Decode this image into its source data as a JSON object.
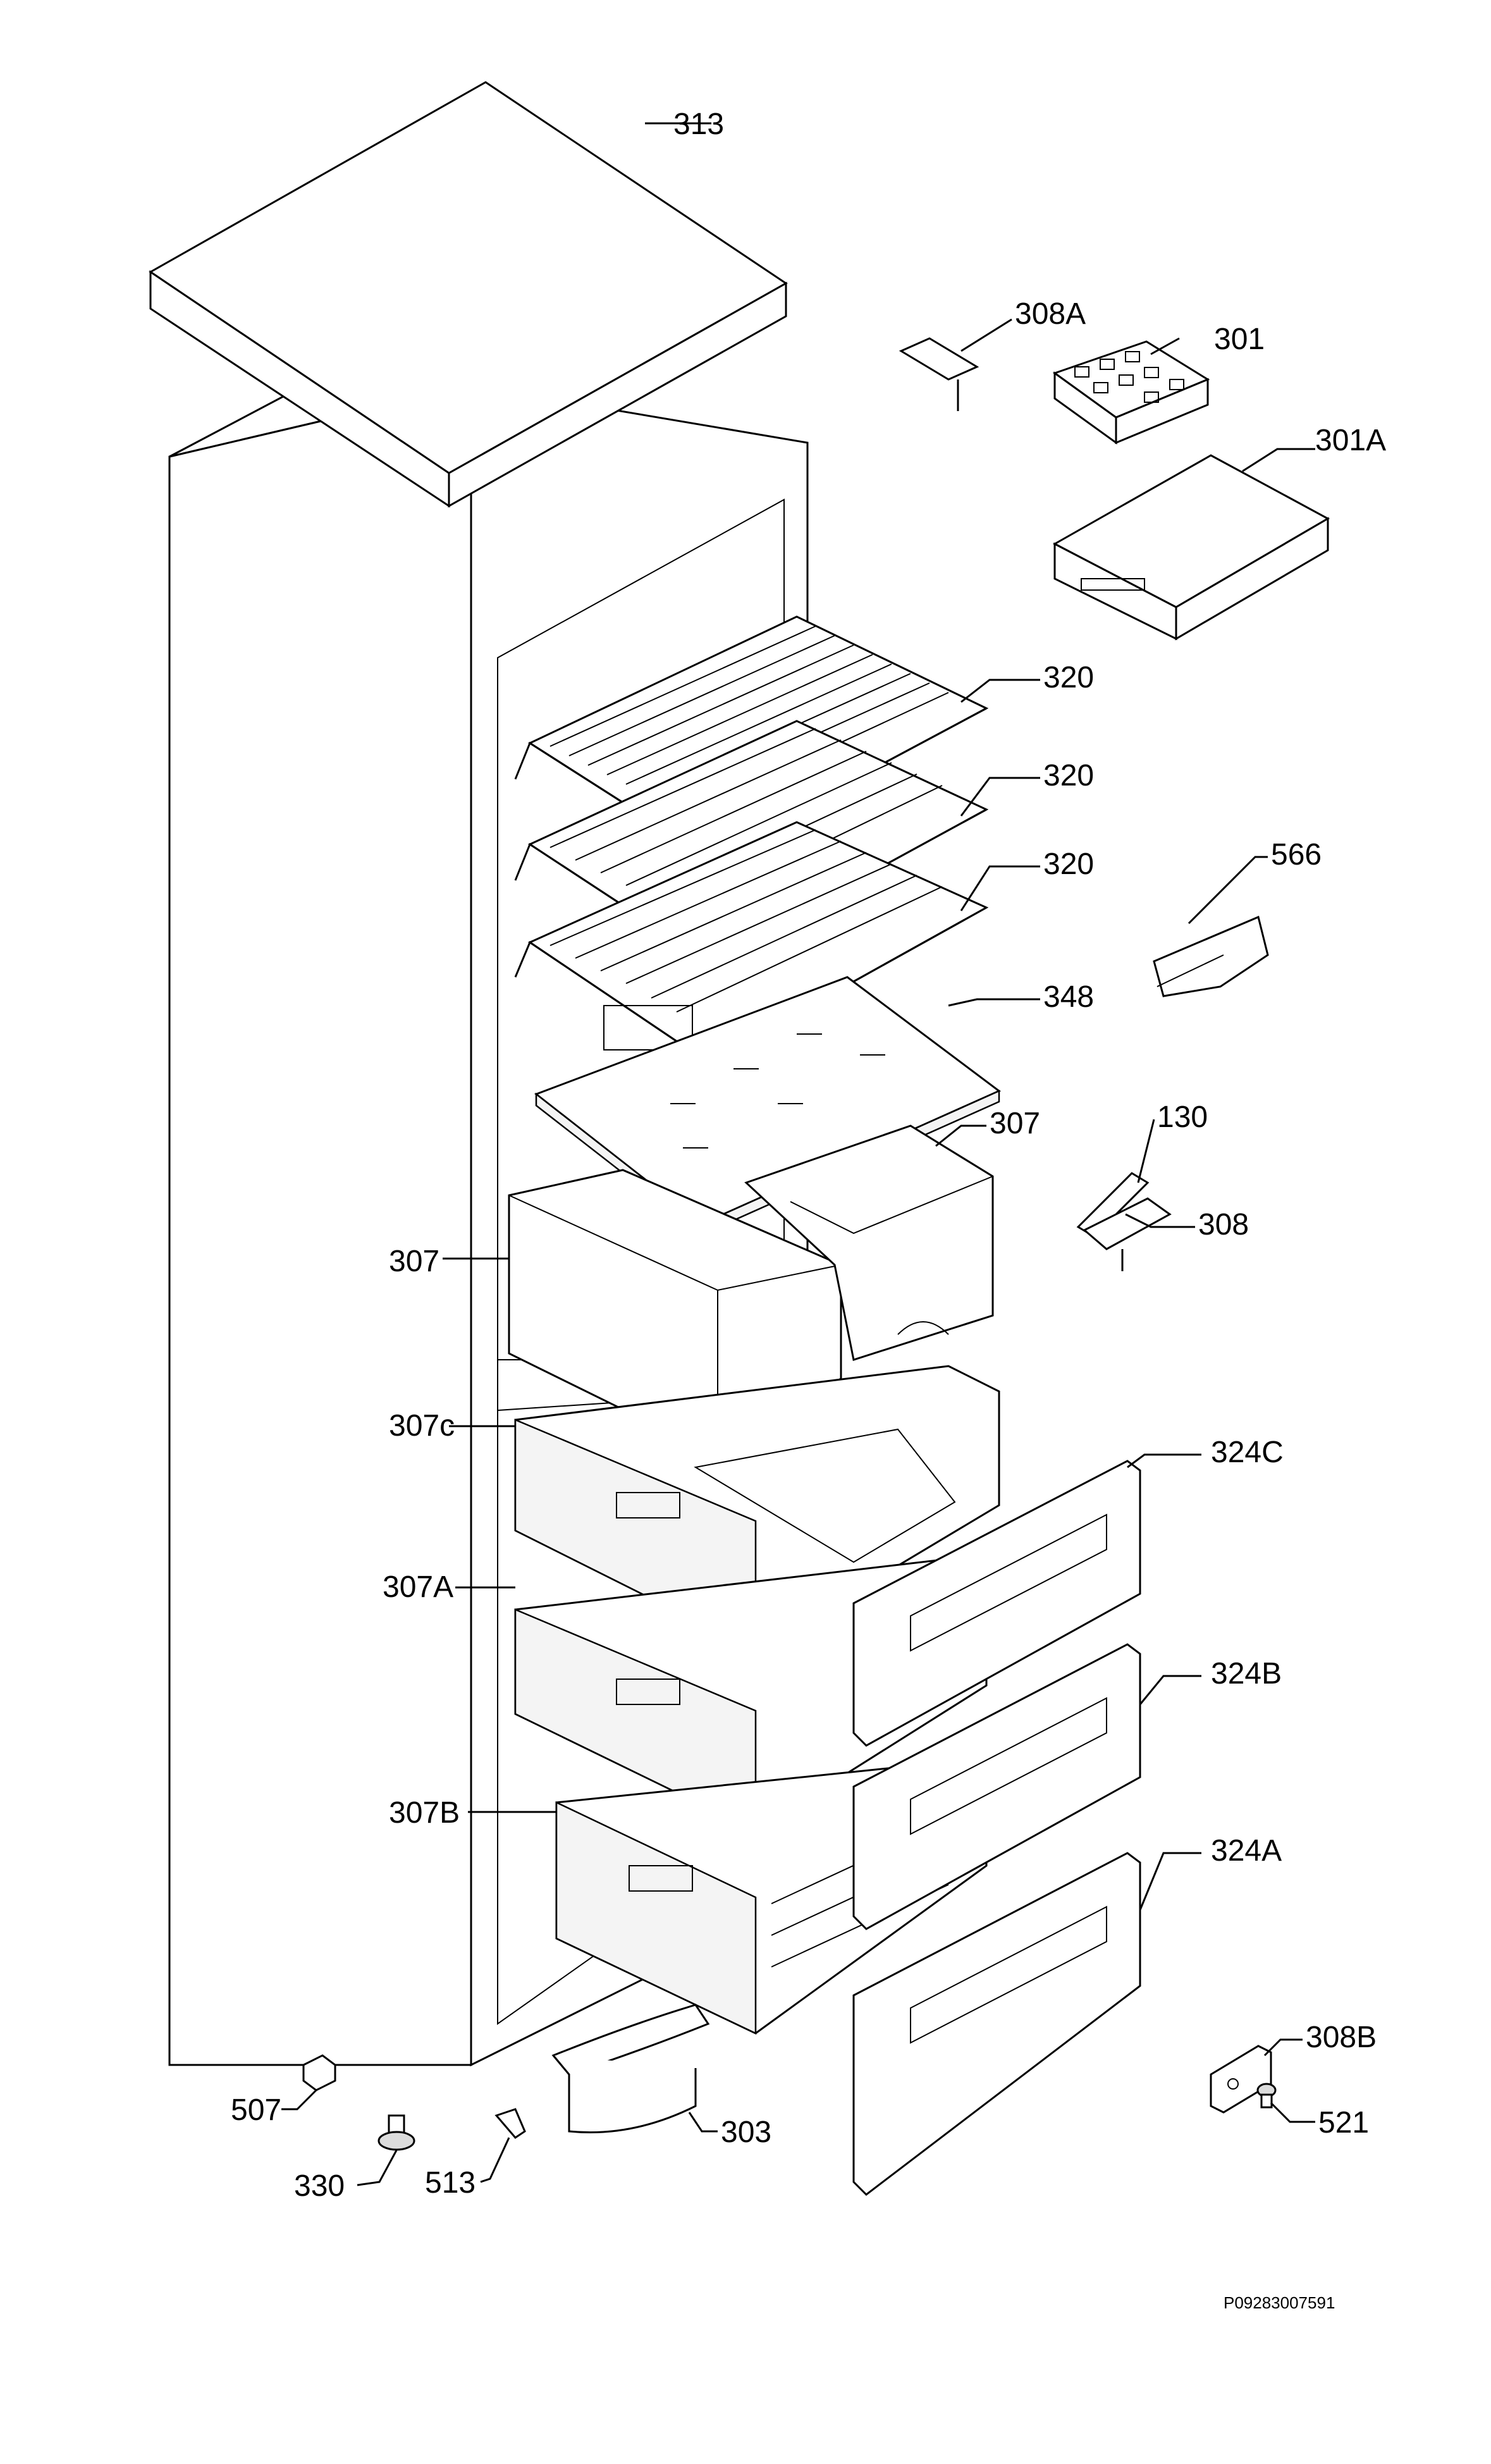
{
  "diagram": {
    "code": "P09283007591",
    "labels": {
      "l313": "313",
      "l308A": "308A",
      "l301": "301",
      "l301A": "301A",
      "l320a": "320",
      "l320b": "320",
      "l320c": "320",
      "l566": "566",
      "l348": "348",
      "l307r": "307",
      "l130": "130",
      "l308": "308",
      "l307l": "307",
      "l307c": "307c",
      "l324C": "324C",
      "l307A": "307A",
      "l324B": "324B",
      "l307B": "307B",
      "l324A": "324A",
      "l308B": "308B",
      "l507": "507",
      "l521": "521",
      "l303": "303",
      "l330": "330",
      "l513": "513"
    }
  }
}
